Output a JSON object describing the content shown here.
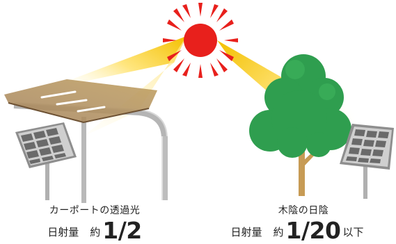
{
  "left": {
    "title": "カーポートの透過光",
    "measure_label": "日射量",
    "approx_label": "約",
    "value": "1/2",
    "suffix": ""
  },
  "right": {
    "title": "木陰の日陰",
    "measure_label": "日射量",
    "approx_label": "約",
    "value": "1/20",
    "suffix": "以下"
  },
  "colors": {
    "sun": "#e8201c",
    "sunlight": "#fff0a0",
    "sunlight_core": "#f6c400",
    "tree_green": "#2f9e4f",
    "tree_light": "#5cc06a",
    "trunk": "#c79b55",
    "panel_frame": "#8c8c8c",
    "panel_cell": "#6f6f6f",
    "carport_roof": "#a07b4f",
    "carport_frame": "#b7b7b7"
  },
  "icons": [
    "sun-icon",
    "carport-icon",
    "solar-panel-icon",
    "tree-icon"
  ]
}
